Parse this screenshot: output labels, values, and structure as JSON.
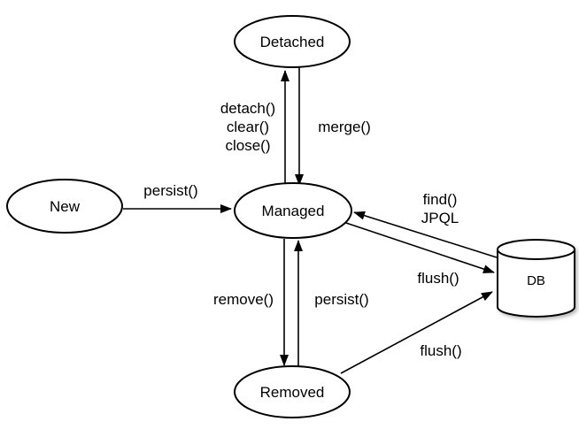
{
  "diagram": {
    "type": "state-diagram",
    "colors": {
      "line": "#000000",
      "node_fill": "#ffffff",
      "background": "#ffffff"
    },
    "nodes": {
      "detached": {
        "label": "Detached"
      },
      "new": {
        "label": "New"
      },
      "managed": {
        "label": "Managed"
      },
      "removed": {
        "label": "Removed"
      },
      "db": {
        "label": "DB"
      }
    },
    "edges": {
      "managed_to_detached": {
        "labels": [
          "detach()",
          "clear()",
          "close()"
        ]
      },
      "detached_to_managed": {
        "label": "merge()"
      },
      "new_to_managed": {
        "label": "persist()"
      },
      "db_to_managed": {
        "labels": [
          "find()",
          "JPQL"
        ]
      },
      "managed_to_db": {
        "label": "flush()"
      },
      "managed_to_removed": {
        "label": "remove()"
      },
      "removed_to_managed": {
        "label": "persist()"
      },
      "removed_to_db": {
        "label": "flush()"
      }
    }
  }
}
